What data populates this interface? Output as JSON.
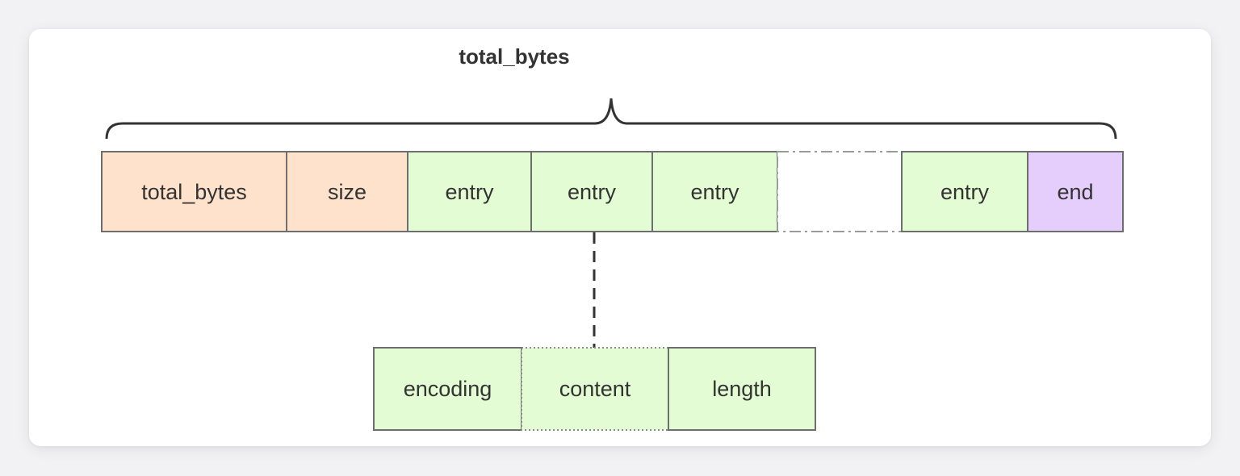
{
  "title": "total_bytes",
  "colors": {
    "header": "#ffe2cc",
    "entry": "#e4fcd4",
    "end": "#e5cdfc",
    "border": "#6e6e6e"
  },
  "top_row": [
    {
      "id": "total-bytes",
      "label": "total_bytes",
      "kind": "header"
    },
    {
      "id": "size",
      "label": "size",
      "kind": "header"
    },
    {
      "id": "entry-1",
      "label": "entry",
      "kind": "entry"
    },
    {
      "id": "entry-2",
      "label": "entry",
      "kind": "entry"
    },
    {
      "id": "entry-3",
      "label": "entry",
      "kind": "entry"
    },
    {
      "id": "ellipsis",
      "label": "",
      "kind": "gap"
    },
    {
      "id": "entry-n",
      "label": "entry",
      "kind": "entry"
    },
    {
      "id": "end",
      "label": "end",
      "kind": "end"
    }
  ],
  "entry_detail": [
    {
      "id": "encoding",
      "label": "encoding"
    },
    {
      "id": "content",
      "label": "content"
    },
    {
      "id": "length",
      "label": "length"
    }
  ]
}
